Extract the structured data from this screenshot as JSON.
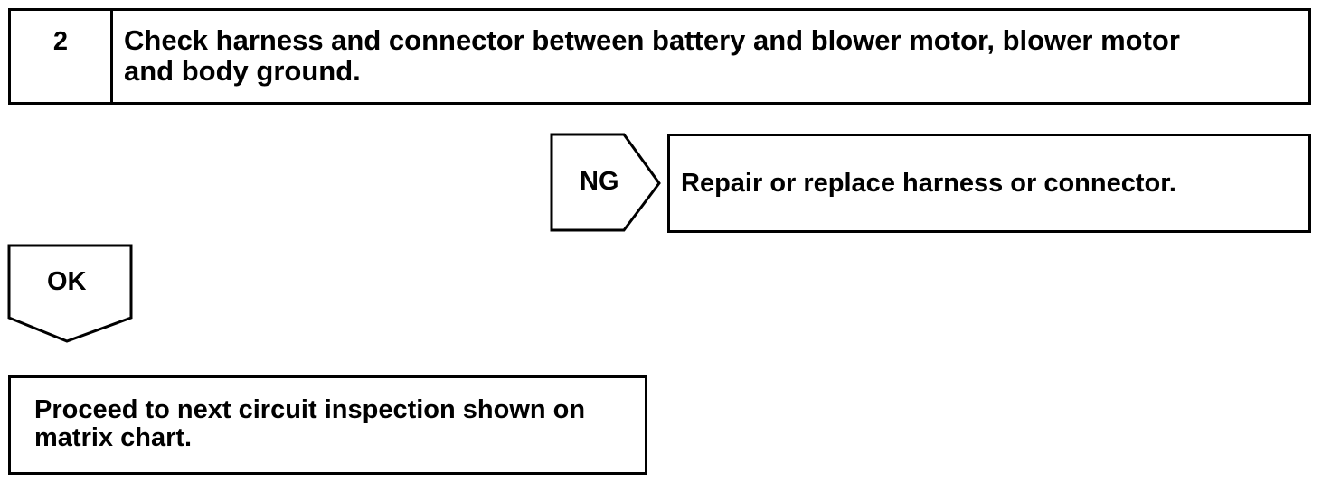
{
  "step": {
    "number": "2",
    "line1": "Check harness and connector between battery and blower motor, blower motor",
    "line2": "and body ground."
  },
  "ng_branch": {
    "label": "NG",
    "action": "Repair or replace harness or connector."
  },
  "ok_branch": {
    "label": "OK"
  },
  "result": {
    "line1": "Proceed to next circuit inspection shown on",
    "line2": "matrix chart."
  }
}
